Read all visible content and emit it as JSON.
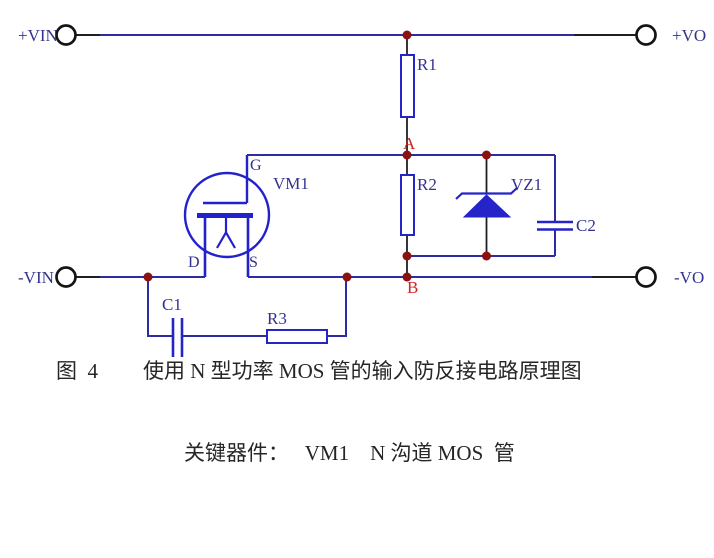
{
  "colors": {
    "wire": "#2d2d9f",
    "lead": "#1f1f1f",
    "component": "#2424c8",
    "mosfet": "#2222cc",
    "junction": "#8b1212",
    "node_label": "#cc2626",
    "label": "#32328f",
    "terminal": "#141414",
    "caption": "#262626",
    "background": "#ffffff"
  },
  "terminals": {
    "vin_pos": "+VIN",
    "vin_neg": "-VIN",
    "vo_pos": "+VO",
    "vo_neg": "-VO"
  },
  "components": {
    "r1": "R1",
    "r2": "R2",
    "r3": "R3",
    "c1": "C1",
    "c2": "C2",
    "vz1": "VZ1",
    "vm1": "VM1"
  },
  "mosfet_pins": {
    "gate": "G",
    "drain": "D",
    "source": "S"
  },
  "nodes": {
    "a": "A",
    "b": "B"
  },
  "caption": {
    "figure_label": "图  4",
    "figure_title": "使用 N 型功率 MOS 管的输入防反接电路原理图",
    "key_components": "关键器件：   VM1    N 沟道 MOS  管"
  }
}
